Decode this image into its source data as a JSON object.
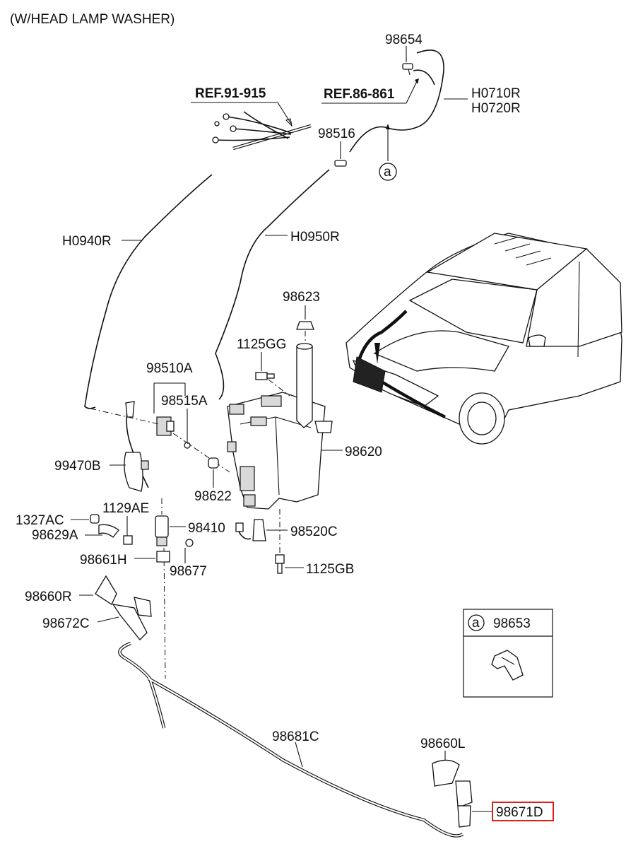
{
  "title": "(W/HEAD LAMP WASHER)",
  "refs": {
    "ref_91_915": "REF.91-915",
    "ref_86_861": "REF.86-861"
  },
  "labels": {
    "p98654": "98654",
    "h0710r": "H0710R",
    "h0720r": "H0720R",
    "p98516": "98516",
    "callout_a": "a",
    "h0940r": "H0940R",
    "h0950r": "H0950R",
    "p98623": "98623",
    "p1125gg": "1125GG",
    "p98510a": "98510A",
    "p98515a": "98515A",
    "p98620": "98620",
    "p99470b": "99470B",
    "p98622": "98622",
    "p1327ac": "1327AC",
    "p1129ae": "1129AE",
    "p98410": "98410",
    "p98520c": "98520C",
    "p98629a": "98629A",
    "p98661h": "98661H",
    "p98677": "98677",
    "p1125gb": "1125GB",
    "p98660r": "98660R",
    "p98672c": "98672C",
    "p98681c": "98681C",
    "p98660l": "98660L",
    "p98671d": "98671D"
  },
  "inset": {
    "callout": "a",
    "part": "98653"
  },
  "highlight_color": "#e0201b"
}
